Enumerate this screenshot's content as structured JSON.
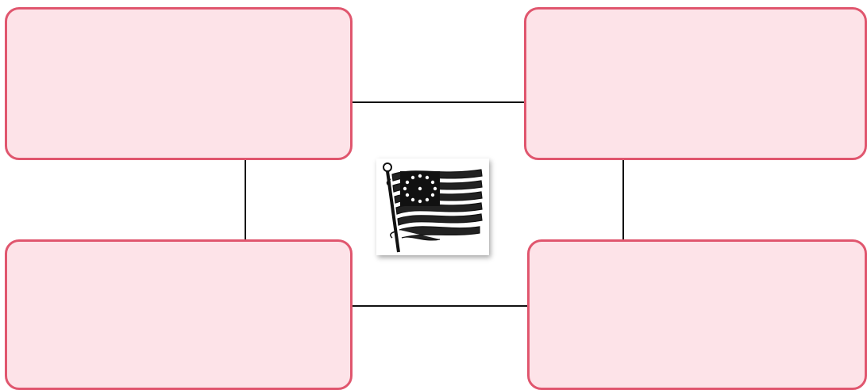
{
  "diagram": {
    "center_image": {
      "icon": "american-flag-icon",
      "description_visible_text": ""
    },
    "boxes": [
      {
        "id": "top-left",
        "text": ""
      },
      {
        "id": "top-right",
        "text": ""
      },
      {
        "id": "bottom-left",
        "text": ""
      },
      {
        "id": "bottom-right",
        "text": ""
      }
    ],
    "colors": {
      "box_fill": "#fde3e8",
      "box_border": "#e0566e",
      "connector": "#111111"
    }
  }
}
